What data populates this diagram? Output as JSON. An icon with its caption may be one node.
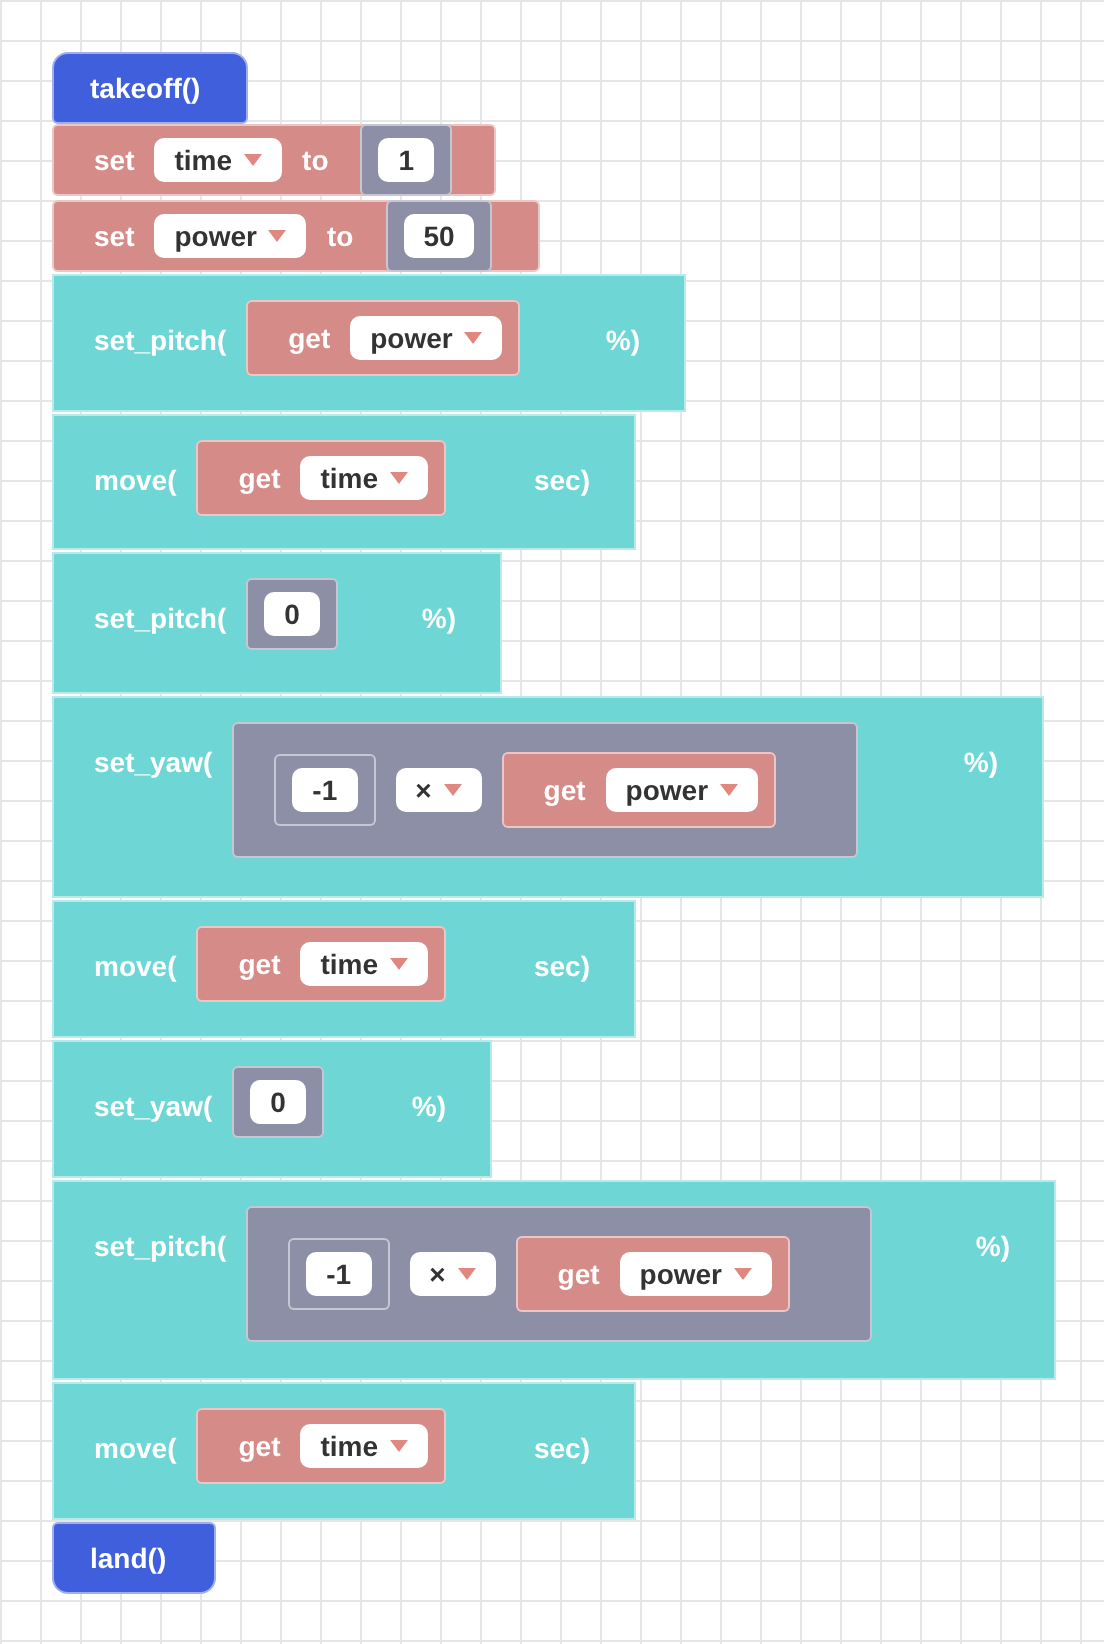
{
  "diagram": {
    "nodes": [
      {
        "text": [
          "takeoff()"
        ]
      },
      {
        "text": [
          "set",
          "time",
          "to"
        ]
      },
      {
        "text": [
          "1"
        ],
        "in": 1
      },
      {
        "text": [
          "set",
          "power",
          "to"
        ]
      },
      {
        "text": [
          "50"
        ],
        "in": 3
      },
      {
        "text": [
          "set_pitch(",
          "%)"
        ]
      },
      {
        "text": [
          "get",
          "power"
        ],
        "in": 5
      },
      {
        "text": [
          "move(",
          "sec)"
        ]
      },
      {
        "text": [
          "get",
          "time"
        ],
        "in": 7
      },
      {
        "text": [
          "set_pitch(",
          "%)"
        ]
      },
      {
        "text": [
          "0"
        ],
        "in": 9
      },
      {
        "text": [
          "set_yaw(",
          "%)"
        ]
      },
      {
        "text": [
          "×"
        ],
        "in": 11
      },
      {
        "text": [
          "-1"
        ],
        "in": 12
      },
      {
        "text": [
          "get",
          "power"
        ],
        "in": 12
      },
      {
        "text": [
          "move(",
          "sec)"
        ]
      },
      {
        "text": [
          "get",
          "time"
        ],
        "in": 15
      },
      {
        "text": [
          "set_yaw(",
          "%)"
        ]
      },
      {
        "text": [
          "0"
        ],
        "in": 17
      },
      {
        "text": [
          "set_pitch(",
          "%)"
        ]
      },
      {
        "text": [
          "×"
        ],
        "in": 19
      },
      {
        "text": [
          "-1"
        ],
        "in": 20
      },
      {
        "text": [
          "get",
          "power"
        ],
        "in": 20
      },
      {
        "text": [
          "move(",
          "sec)"
        ]
      },
      {
        "text": [
          "get",
          "time"
        ],
        "in": 23
      },
      {
        "text": [
          "land()"
        ]
      }
    ]
  }
}
